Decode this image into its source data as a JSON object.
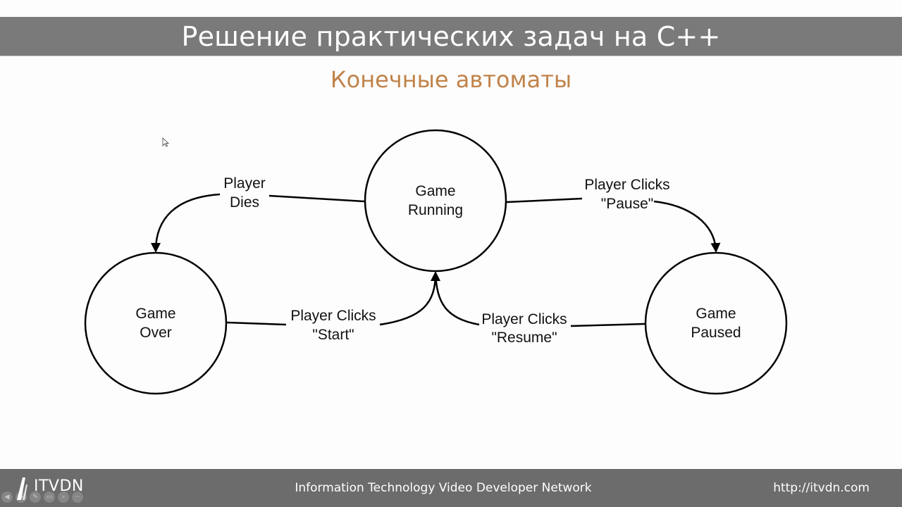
{
  "header": {
    "title": "Решение практических задач на C++"
  },
  "slide": {
    "subtitle": "Конечные автоматы"
  },
  "diagram": {
    "states": [
      {
        "id": "running",
        "line1": "Game",
        "line2": "Running"
      },
      {
        "id": "over",
        "line1": "Game",
        "line2": "Over"
      },
      {
        "id": "paused",
        "line1": "Game",
        "line2": "Paused"
      }
    ],
    "transitions": [
      {
        "id": "dies",
        "line1": "Player",
        "line2": "Dies"
      },
      {
        "id": "pause",
        "line1": "Player Clicks",
        "line2": "\"Pause\""
      },
      {
        "id": "start",
        "line1": "Player Clicks",
        "line2": "\"Start\""
      },
      {
        "id": "resume",
        "line1": "Player Clicks",
        "line2": "\"Resume\""
      }
    ]
  },
  "footer": {
    "logo": "ITVDN",
    "tagline": "Information Technology Video Developer Network",
    "url": "http://itvdn.com"
  },
  "colors": {
    "title_bar": "#7a7a7a",
    "subtitle": "#c0834a",
    "footer": "#6c6c6c"
  }
}
